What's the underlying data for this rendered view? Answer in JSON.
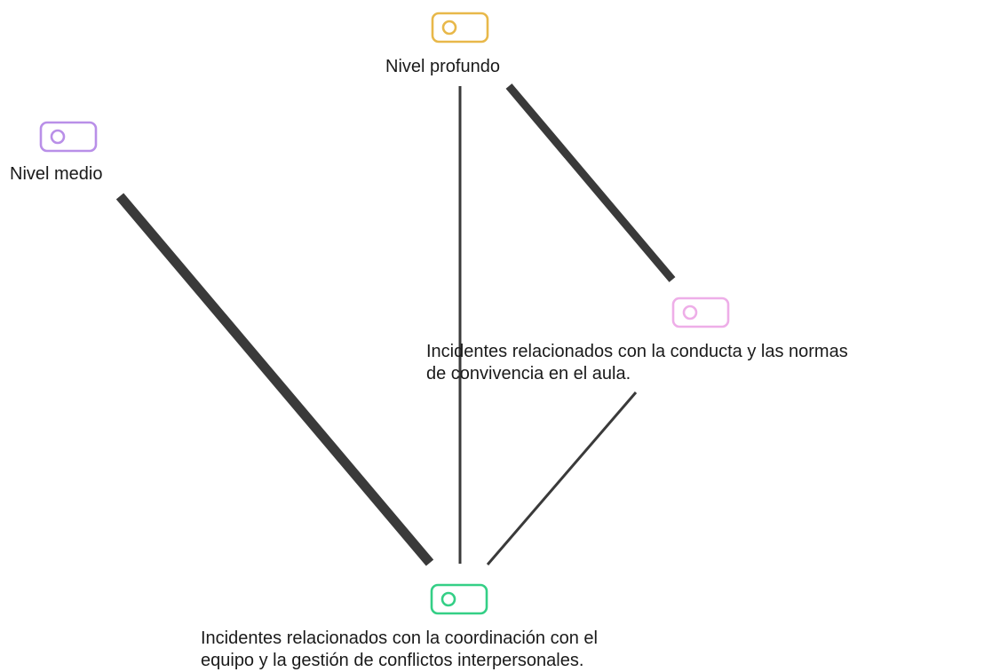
{
  "diagram": {
    "nodes": [
      {
        "id": "nivel-profundo",
        "label": "Nivel profundo",
        "icon": "toggle-icon",
        "color": "#e8b84a"
      },
      {
        "id": "nivel-medio",
        "label": "Nivel medio",
        "icon": "toggle-icon",
        "color": "#b98fe8"
      },
      {
        "id": "conducta",
        "label": "Incidentes relacionados con la conducta y las normas\nde convivencia en el aula.",
        "icon": "toggle-icon",
        "color": "#eeaee8"
      },
      {
        "id": "coordinacion",
        "label": "Incidentes relacionados con la coordinación con el\nequipo y la gestión de conflictos interpersonales.",
        "icon": "toggle-icon",
        "color": "#34cf86"
      }
    ],
    "edges": [
      {
        "from": "nivel-medio",
        "to": "coordinacion",
        "weight": "thick"
      },
      {
        "from": "nivel-profundo",
        "to": "coordinacion",
        "weight": "thin"
      },
      {
        "from": "nivel-profundo",
        "to": "conducta",
        "weight": "thick"
      },
      {
        "from": "conducta",
        "to": "coordinacion",
        "weight": "thin"
      }
    ],
    "edge_color": "#3a3a3a"
  }
}
